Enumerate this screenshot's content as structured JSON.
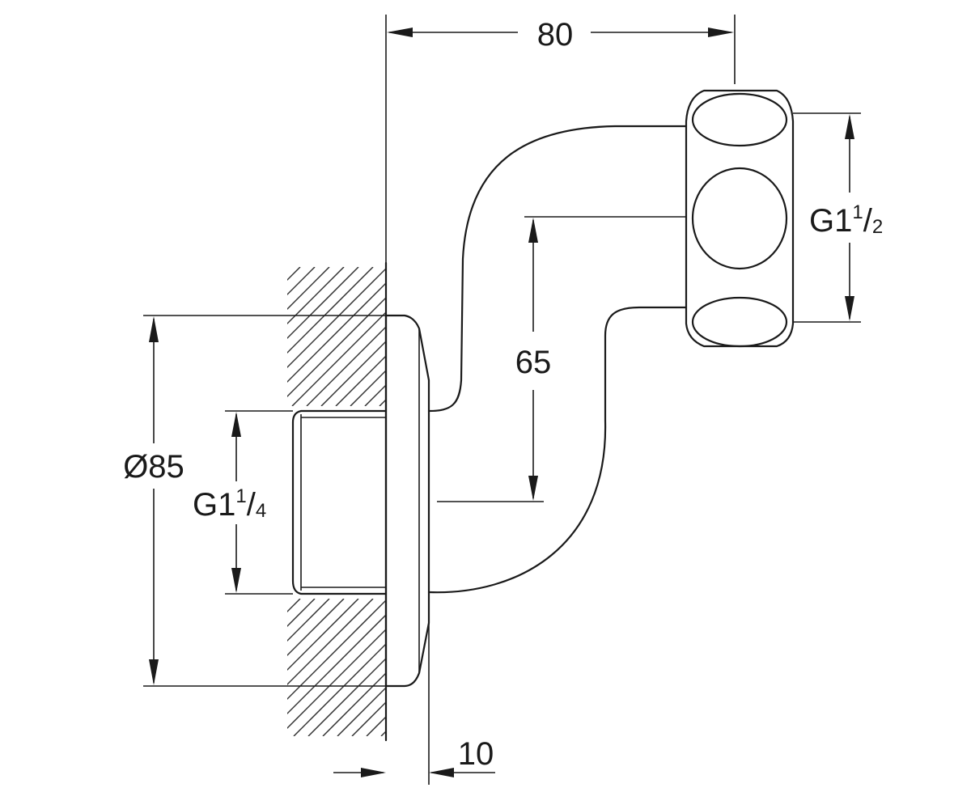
{
  "dimensions": {
    "projection": "80",
    "height_offset": "65",
    "rosette_diameter": "Ø85",
    "rosette_depth": "10",
    "outlet_thread": {
      "main": "G1",
      "num": "1",
      "den": "2"
    },
    "inlet_thread": {
      "main": "G1",
      "num": "1",
      "den": "4"
    }
  },
  "colors": {
    "line": "#1a1a1a",
    "background": "#ffffff"
  }
}
